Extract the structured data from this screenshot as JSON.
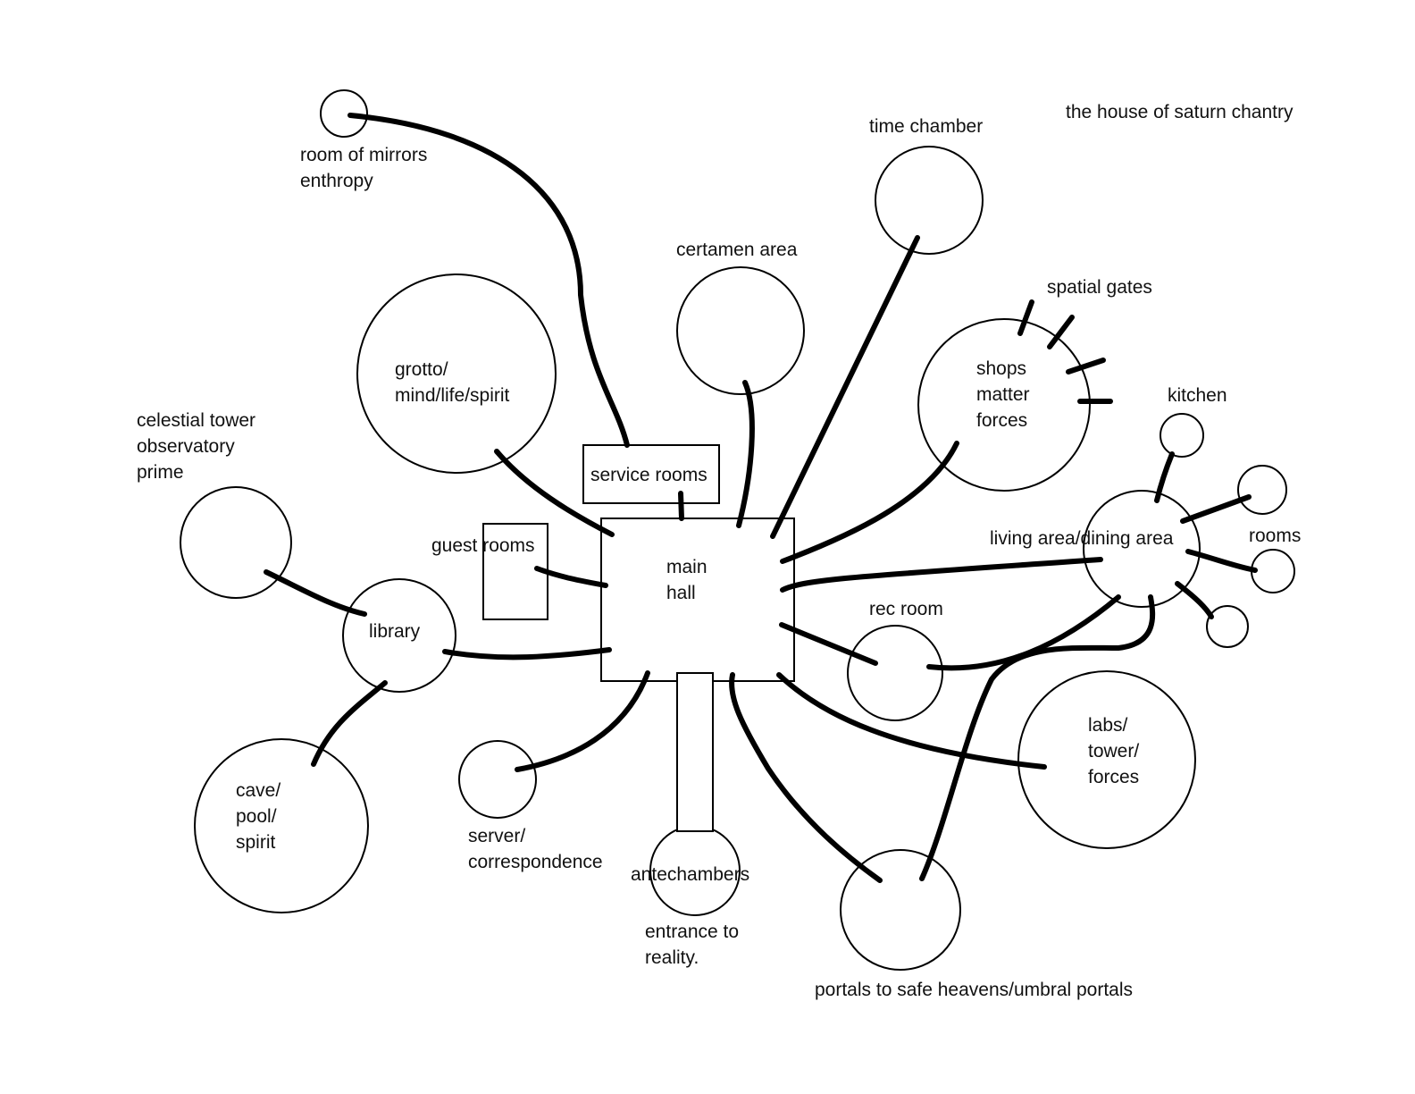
{
  "title": "the house of saturn chantry",
  "rooms": {
    "room_of_mirrors": [
      "room of mirrors",
      "enthropy"
    ],
    "time_chamber": [
      "time chamber"
    ],
    "certamen_area": [
      "certamen area"
    ],
    "grotto": [
      "grotto/",
      "mind/life/spirit"
    ],
    "spatial_gates": [
      "spatial gates"
    ],
    "shops": [
      "shops",
      "matter",
      "forces"
    ],
    "kitchen": [
      "kitchen"
    ],
    "celestial_tower": [
      "celestial tower",
      "observatory",
      "prime"
    ],
    "service_rooms": [
      "service rooms"
    ],
    "guest_rooms": [
      "guest rooms"
    ],
    "main_hall": [
      "main",
      "hall"
    ],
    "living_area": [
      "living area/dining area"
    ],
    "rooms": [
      "rooms"
    ],
    "library": [
      "library"
    ],
    "rec_room": [
      "rec room"
    ],
    "labs": [
      "labs/",
      "tower/",
      "forces"
    ],
    "cave": [
      "cave/",
      "pool/",
      "spirit"
    ],
    "server": [
      "server/",
      "correspondence"
    ],
    "antechambers": [
      "antechambers"
    ],
    "entrance": [
      "entrance to",
      "reality."
    ],
    "portals": [
      "portals to safe heavens/umbral portals"
    ]
  }
}
